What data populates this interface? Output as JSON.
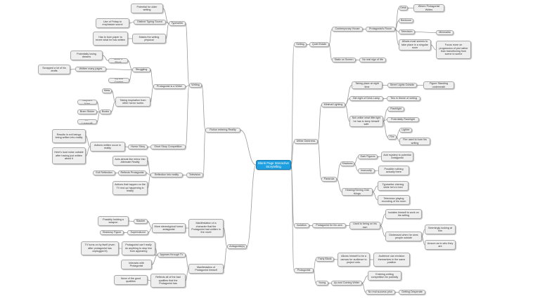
{
  "central": {
    "label": "Blank Page Interactive Storytelling"
  },
  "nodes": {
    "setting": "Setting",
    "quiet_estate": "Quiet Estate",
    "contemporary_house": "Contemporary House",
    "protagonist_room": "Protagonist's Room",
    "desk": "Desk",
    "where_writes": "Where Protagonist Writes",
    "bedroom": "Bedroom",
    "television": "Television",
    "minimalist": "Minimalist",
    "allows_events": "Allows most scenes to take place in a singular room",
    "focus_more": "Focus more on progression of plot rather than transitioning from scene to scene",
    "static_screen": "Static on Screen",
    "no_sign": "No real sign of life",
    "utilise_darkness": "Utilise Darkness",
    "minimal_lighting": "Minimal Lighting",
    "taking_place_night": "Taking place at night time",
    "street_lights": "Street Lights Outside",
    "figure_standing": "Figure Standing underneath",
    "dim_light": "Dim light of Desk Lamp",
    "ties_theme": "Ties in theme of writing",
    "not_unlike": "Not unlike what little light he has to keep himself safe",
    "flashlight": "Flashlight",
    "potentially_flashlight": "Potentially Flashlight",
    "lighter": "Lighter",
    "fire": "Fire",
    "fire_used": "Fire used to burn his writing",
    "paranoia": "Paranoia",
    "shadows": "Shadows",
    "dark_figures": "Dark Figures",
    "add_mystery": "Add mystery to potential Antagonist",
    "insecurity": "Insecurity",
    "possible_nothing": "Possible nothing actually there",
    "hearing_seeing": "Hearing/Seeing Odd things",
    "typewriter_chiming": "Typewriter chiming while he's in bed",
    "tv_playing": "Television playing recording of his room",
    "isolation": "Isolation",
    "protagonist_own": "Protagonist for his own",
    "used_to_being": "Used to being on his own",
    "isolates_himself": "Isolates himself to work on his writing",
    "distressed": "Distressed when he sees people outside",
    "seemingly_looking": "Seemingly looking at him",
    "unsure_who": "Unsure as to who they are",
    "protagonist": "Protagonist",
    "fairly_blank": "Fairly Blank",
    "allows_canvas": "Allows himself to be a canvas for audience to project onto.",
    "audience_envision": "Audience can envision themselves in the same position",
    "young": "Young",
    "up_coming_writer": "Up and Coming Writer",
    "entering_competition": "Entering writing competition for publicity",
    "no_success": "No real success prior",
    "getting_desperate": "Getting Desperate",
    "fiction_reality": "Fiction entering Reality",
    "writing": "Writing",
    "typewriter": "Typewriter",
    "potential_older": "Potential for older setting",
    "distinct_typing": "Distinct Typing Sound",
    "use_friday": "Use of Friday to emphasize sound",
    "makes_physical": "Makes the writing physical",
    "has_to_burn": "Has to burn paper to revert what he has written",
    "protagonist_writer": "Protagonist is a Writer",
    "struggling": "Struggling",
    "writers_block": "Writer's Block",
    "potentially_losing": "Potentially losing dreams",
    "written_many": "Written many pages",
    "scrapped_lot": "Scrapped a lot of his drafts",
    "up_coming": "Up and Coming",
    "taking_inspiration": "Taking inspiration from other horror works",
    "meta": "Meta",
    "books": "Books",
    "stephen_king": "Stephen King",
    "bram_stoker": "Bram Stoker",
    "hp_lovecraft": "H.P. Lovecraft",
    "short_story": "Short Story Competition",
    "horror_story": "Horror Story",
    "actions_written": "Actions written occur in reality",
    "results_beings": "Results in evil beings being written into reality",
    "heres_loud": "Here's loud noise outside after having just written about it",
    "television_main": "Television",
    "reflection_reality": "Reflection into reality",
    "acts_mirror": "Acts almost like mirror into Alternate Reality",
    "reflects_protagonist": "Reflects Protagonist",
    "evil_reflection": "Evil Reflection",
    "actions_tv": "Actions that happen on the TV end up happening in reality",
    "antagonist": "Antagonist(s)",
    "manifestation_character": "Manifestation of a character that the Protagonist had written in the novel",
    "more_stereotypical": "More stereotypical horror antagonist",
    "slasher": "Slasher",
    "possibly_holding": "Possibly holding a weapon",
    "supernatural": "Supernatural",
    "shadowy_figure": "Shadowy Figure",
    "manifestation_himself": "Manifestation of Protagonist himself",
    "appears_tv": "Appears through TV",
    "tv_turns_on": "TV turns on by itself (even after protagonist has unplugged it)",
    "protagonist_cant": "Protagonist can't really do anything to stop him from appearing",
    "interacts": "Interacts with Protagonist",
    "reflects_bad": "Reflects all of the bad qualities that the Protagonist has",
    "none_good": "None of the good qualities"
  }
}
